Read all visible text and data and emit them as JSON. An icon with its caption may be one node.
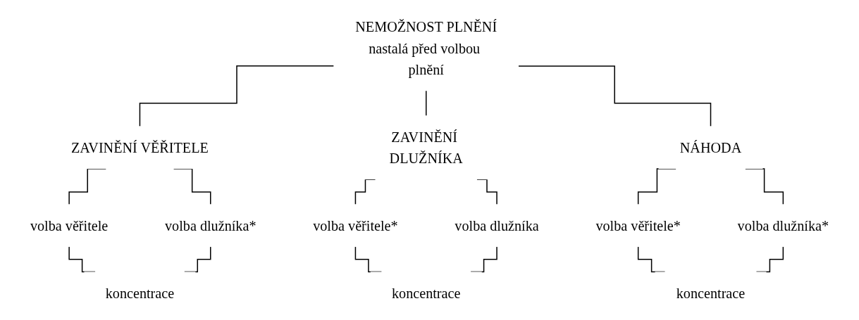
{
  "diagram": {
    "nodes": [
      {
        "text": [
          "NEMOŽNOST PLNĚNÍ",
          "nastalá před volbou plnění"
        ]
      },
      {
        "text": [
          "ZAVINĚNÍ VĚŘITELE"
        ]
      },
      {
        "text": [
          "ZAVINĚNÍ DLUŽNÍKA"
        ]
      },
      {
        "text": [
          "NÁHODA"
        ]
      },
      {
        "text": [
          "volba věřitele"
        ]
      },
      {
        "text": [
          "volba dlužníka*"
        ]
      },
      {
        "text": [
          "volba věřitele*"
        ]
      },
      {
        "text": [
          "volba dlužníka"
        ]
      },
      {
        "text": [
          "volba věřitele*"
        ]
      },
      {
        "text": [
          "volba dlužníka*"
        ]
      },
      {
        "text": [
          "koncentrace"
        ]
      },
      {
        "text": [
          "koncentrace"
        ]
      },
      {
        "text": [
          "koncentrace"
        ]
      }
    ],
    "edges": [
      {
        "from": 0,
        "to": 1,
        "arrow": "none"
      },
      {
        "from": 0,
        "to": 2,
        "arrow": "none"
      },
      {
        "from": 0,
        "to": 3,
        "arrow": "none"
      },
      {
        "from": 1,
        "to": 4,
        "arrow": "none"
      },
      {
        "from": 1,
        "to": 5,
        "arrow": "none"
      },
      {
        "from": 2,
        "to": 6,
        "arrow": "none"
      },
      {
        "from": 2,
        "to": 7,
        "arrow": "none"
      },
      {
        "from": 3,
        "to": 8,
        "arrow": "none"
      },
      {
        "from": 3,
        "to": 9,
        "arrow": "none"
      },
      {
        "from": 4,
        "to": 10,
        "arrow": "none"
      },
      {
        "from": 5,
        "to": 10,
        "arrow": "none"
      },
      {
        "from": 6,
        "to": 11,
        "arrow": "none"
      },
      {
        "from": 7,
        "to": 11,
        "arrow": "none"
      },
      {
        "from": 8,
        "to": 12,
        "arrow": "none"
      },
      {
        "from": 9,
        "to": 12,
        "arrow": "none"
      }
    ]
  }
}
